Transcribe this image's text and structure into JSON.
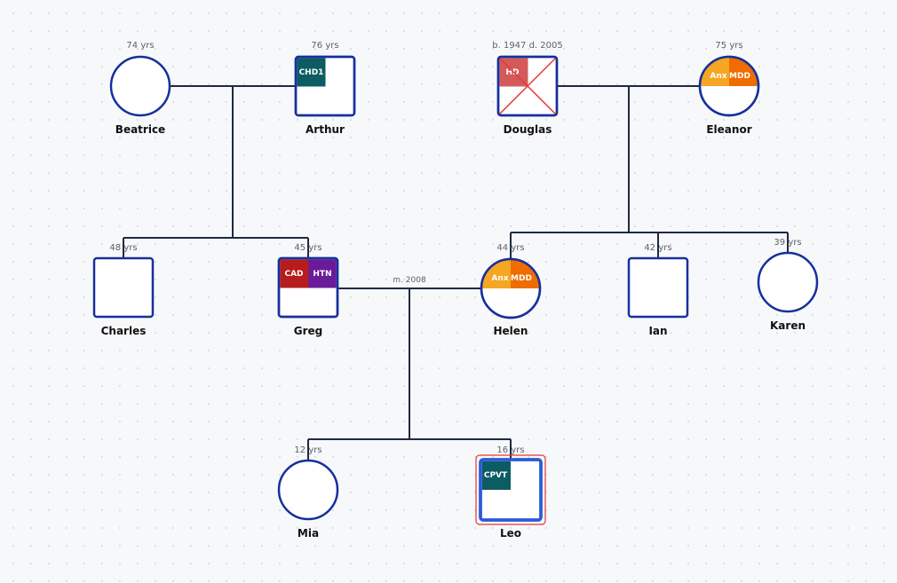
{
  "people": {
    "beatrice": {
      "name": "Beatrice",
      "age": "74 yrs",
      "sex": "female",
      "conditions": []
    },
    "arthur": {
      "name": "Arthur",
      "age": "76 yrs",
      "sex": "male",
      "conditions": [
        {
          "label": "CHD1",
          "color": "#0d5c63"
        }
      ]
    },
    "douglas": {
      "name": "Douglas",
      "age": "b. 1947 d. 2005",
      "sex": "male",
      "deceased": true,
      "conditions": [
        {
          "label": "HD",
          "color": "#d45a5a"
        }
      ]
    },
    "eleanor": {
      "name": "Eleanor",
      "age": "75 yrs",
      "sex": "female",
      "conditions": [
        {
          "label": "Anx",
          "color": "#f5a623"
        },
        {
          "label": "MDD",
          "color": "#ef6c00"
        }
      ]
    },
    "charles": {
      "name": "Charles",
      "age": "48 yrs",
      "sex": "male",
      "conditions": []
    },
    "greg": {
      "name": "Greg",
      "age": "45 yrs",
      "sex": "male",
      "conditions": [
        {
          "label": "CAD",
          "color": "#b71c1c"
        },
        {
          "label": "HTN",
          "color": "#6a1b9a"
        }
      ]
    },
    "helen": {
      "name": "Helen",
      "age": "44 yrs",
      "sex": "female",
      "conditions": [
        {
          "label": "Anx",
          "color": "#f5a623"
        },
        {
          "label": "MDD",
          "color": "#ef6c00"
        }
      ]
    },
    "ian": {
      "name": "Ian",
      "age": "42 yrs",
      "sex": "male",
      "conditions": []
    },
    "karen": {
      "name": "Karen",
      "age": "39 yrs",
      "sex": "female",
      "conditions": []
    },
    "mia": {
      "name": "Mia",
      "age": "12 yrs",
      "sex": "female",
      "conditions": []
    },
    "leo": {
      "name": "Leo",
      "age": "16 yrs",
      "sex": "male",
      "proband": true,
      "conditions": [
        {
          "label": "CPVT",
          "color": "#0d5c63"
        }
      ]
    }
  },
  "marriages": {
    "greg_helen": {
      "label": "m. 2008"
    }
  },
  "colors": {
    "outline": "#16309c",
    "proband_outline": "#2a5bd7",
    "proband_highlight": "#e53935",
    "deceased_cross": "#e53935",
    "line": "#1c2b40"
  }
}
